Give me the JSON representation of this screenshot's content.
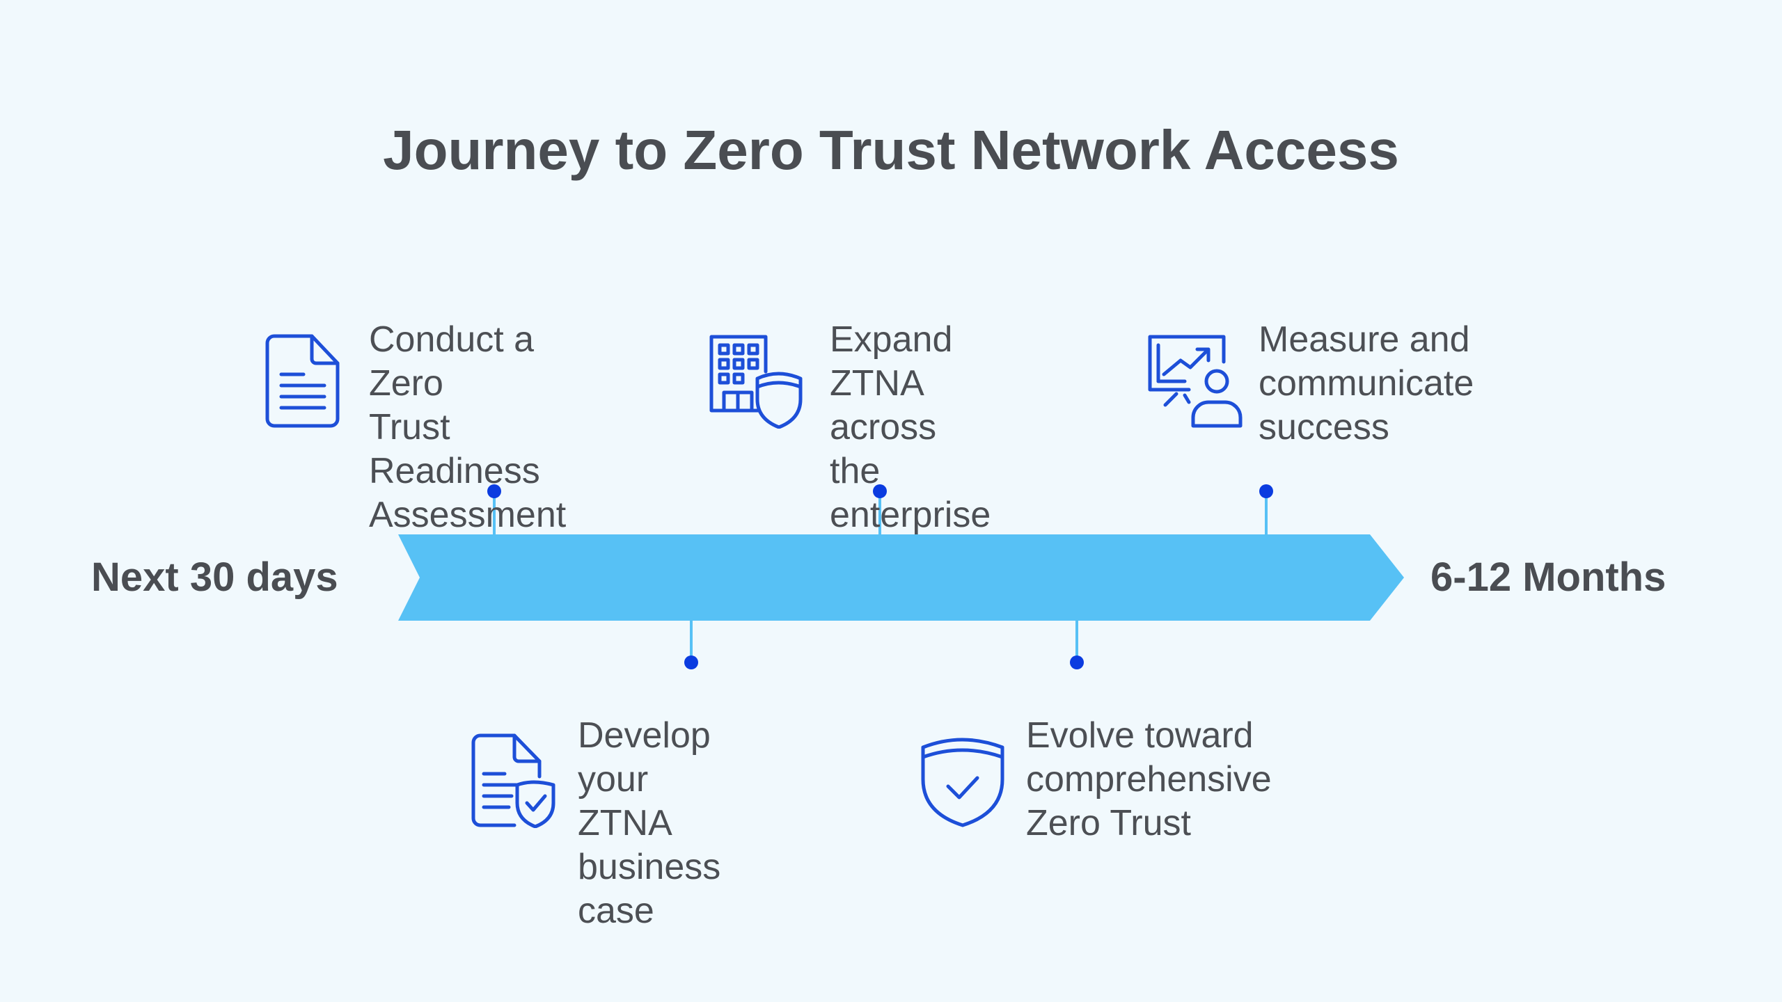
{
  "title": "Journey to Zero Trust Network Access",
  "timeline": {
    "start_label": "Next 30 days",
    "end_label": "6-12 Months"
  },
  "steps": [
    {
      "text": "Conduct a Zero\nTrust Readiness\nAssessment",
      "icon": "document-icon",
      "position": "above"
    },
    {
      "text": "Develop your\nZTNA business\ncase",
      "icon": "document-shield-check-icon",
      "position": "below"
    },
    {
      "text": "Expand ZTNA\nacross the\nenterprise",
      "icon": "building-shield-icon",
      "position": "above"
    },
    {
      "text": "Evolve toward\ncomprehensive\nZero Trust",
      "icon": "shield-check-icon",
      "position": "below"
    },
    {
      "text": "Measure and\ncommunicate\nsuccess",
      "icon": "presentation-chart-person-icon",
      "position": "above"
    }
  ],
  "colors": {
    "background": "#f1f9fd",
    "arrow": "#57c1f5",
    "icon": "#1d4fd8",
    "dot": "#0b3ce0",
    "connector": "#57c1f5",
    "text": "#4c4f54"
  }
}
